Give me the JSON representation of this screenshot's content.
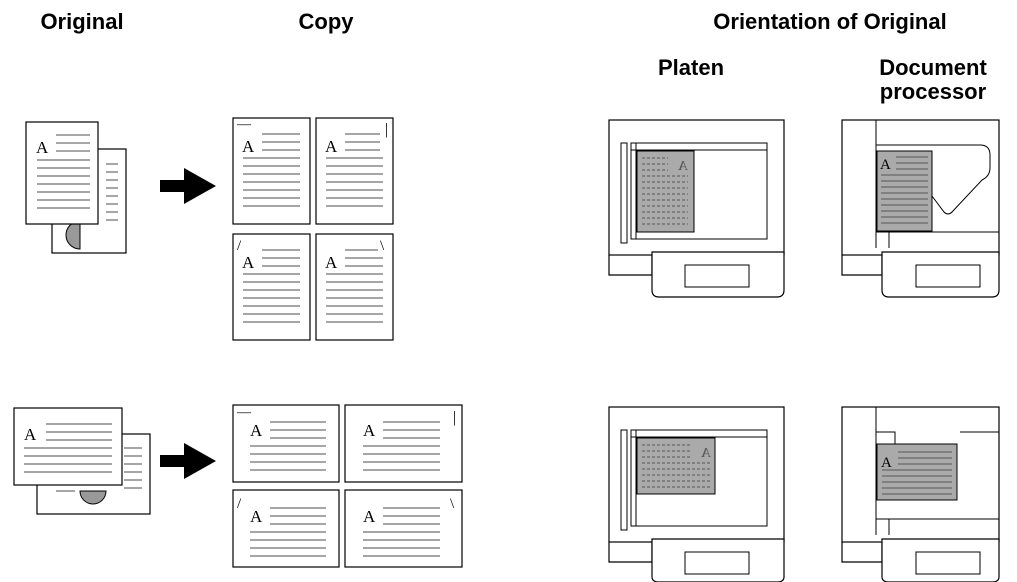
{
  "headers": {
    "original": "Original",
    "copy": "Copy",
    "orientation": "Orientation of Original",
    "platen": "Platen",
    "document_processor_line1": "Document",
    "document_processor_line2": "processor"
  },
  "page_letter": "A",
  "rows": [
    {
      "orientation": "portrait",
      "copy_marks": [
        "—",
        "|",
        "/",
        "\\"
      ]
    },
    {
      "orientation": "landscape",
      "copy_marks": [
        "—",
        "|",
        "/",
        "\\"
      ]
    }
  ]
}
